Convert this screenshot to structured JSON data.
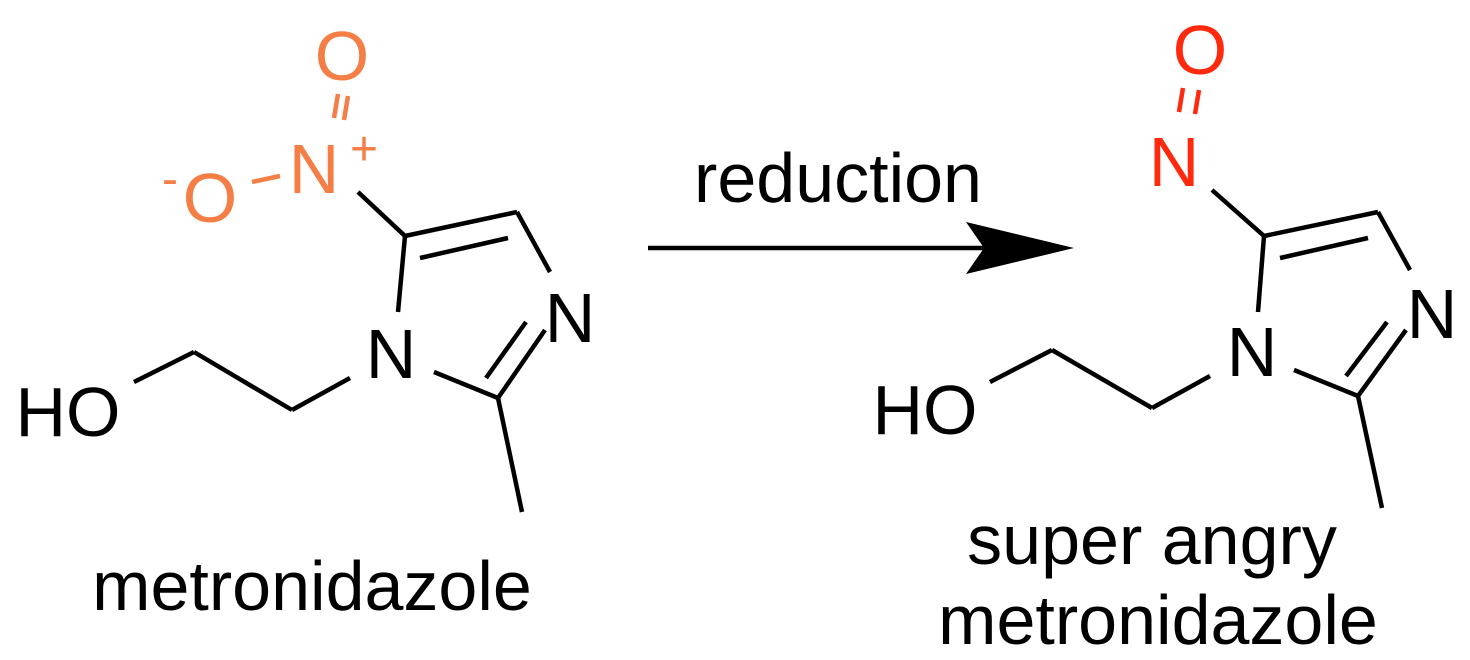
{
  "colors": {
    "nitro": "#F47E45",
    "nitroso": "#FF2A0E",
    "bond": "#000000",
    "background": "#FFFFFF"
  },
  "reactant": {
    "label": "metronidazole",
    "atoms": {
      "nitro_o_top": "O",
      "nitro_n": "N",
      "nitro_n_charge": "+",
      "nitro_o_left": "O",
      "nitro_o_left_charge": "-",
      "ring_n1": "N",
      "ring_n3": "N",
      "hydroxyl": "HO"
    }
  },
  "reaction": {
    "label": "reduction"
  },
  "product": {
    "label_line1": "super angry",
    "label_line2": "metronidazole",
    "atoms": {
      "nitroso_o": "O",
      "nitroso_n": "N",
      "ring_n1": "N",
      "ring_n3": "N",
      "hydroxyl": "HO"
    }
  }
}
